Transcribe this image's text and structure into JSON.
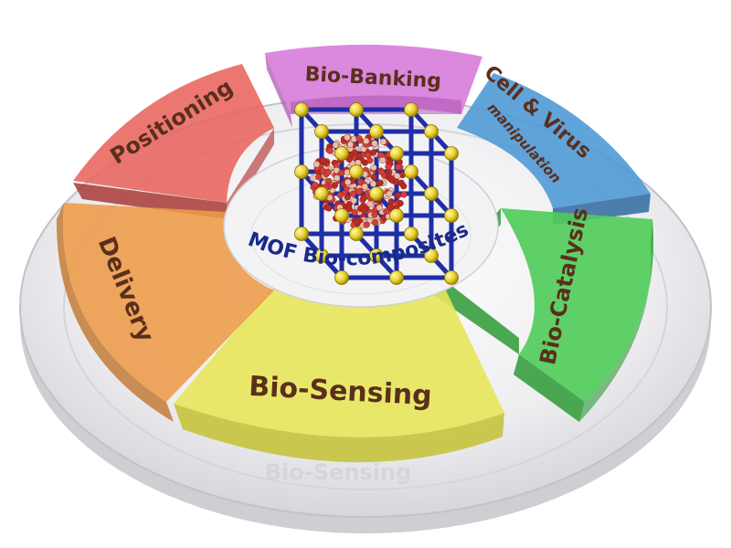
{
  "center": {
    "label": "MOF Bio-composites"
  },
  "segments": [
    {
      "id": "bio-banking",
      "label": "Bio-Banking",
      "color": "#d77bdc"
    },
    {
      "id": "cell-virus",
      "label_line1": "Cell & Virus",
      "label_line2": "manipulation",
      "color": "#4f9ad6"
    },
    {
      "id": "bio-catalysis",
      "label": "Bio-Catalysis",
      "color": "#4fcc58"
    },
    {
      "id": "bio-sensing",
      "label": "Bio-Sensing",
      "color": "#e7e55a"
    },
    {
      "id": "delivery",
      "label": "Delivery",
      "color": "#ed9b48"
    },
    {
      "id": "positioning",
      "label": "Positioning",
      "color": "#e9645d"
    }
  ],
  "colors": {
    "base_disc": "#e9e9ec",
    "lattice_rod": "#1f2ea6",
    "lattice_node": "#e8d22e",
    "protein": "#c8322f",
    "label_text": "#5a2f1c",
    "center_text": "#1a2a8a"
  }
}
